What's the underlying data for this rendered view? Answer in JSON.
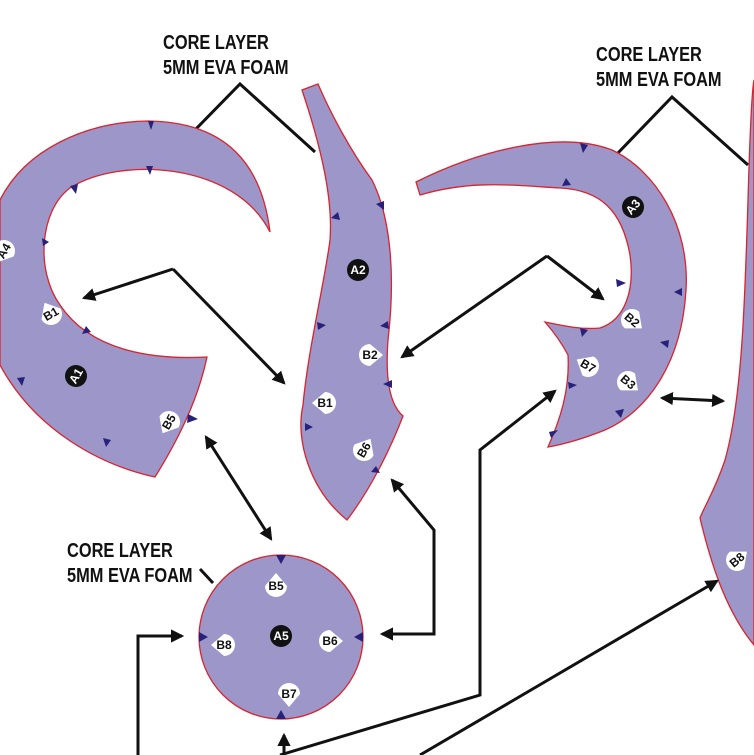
{
  "labels": [
    {
      "line1": "CORE LAYER",
      "line2": "5MM EVA FOAM"
    },
    {
      "line1": "CORE LAYER",
      "line2": "5MM EVA FOAM"
    },
    {
      "line1": "CORE LAYER",
      "line2": "5MM EVA FOAM"
    }
  ],
  "marks": {
    "a1": "A1",
    "a2": "A2",
    "a3": "A3",
    "a4": "A4",
    "a5": "A5",
    "b1": "B1",
    "b2": "B2",
    "b3": "B3",
    "b5": "B5",
    "b6": "B6",
    "b7": "B7",
    "b8": "B8"
  },
  "colors": {
    "foam": "#9c96c9",
    "outline": "#d9232e",
    "notch": "#27217a",
    "line": "#111111"
  }
}
